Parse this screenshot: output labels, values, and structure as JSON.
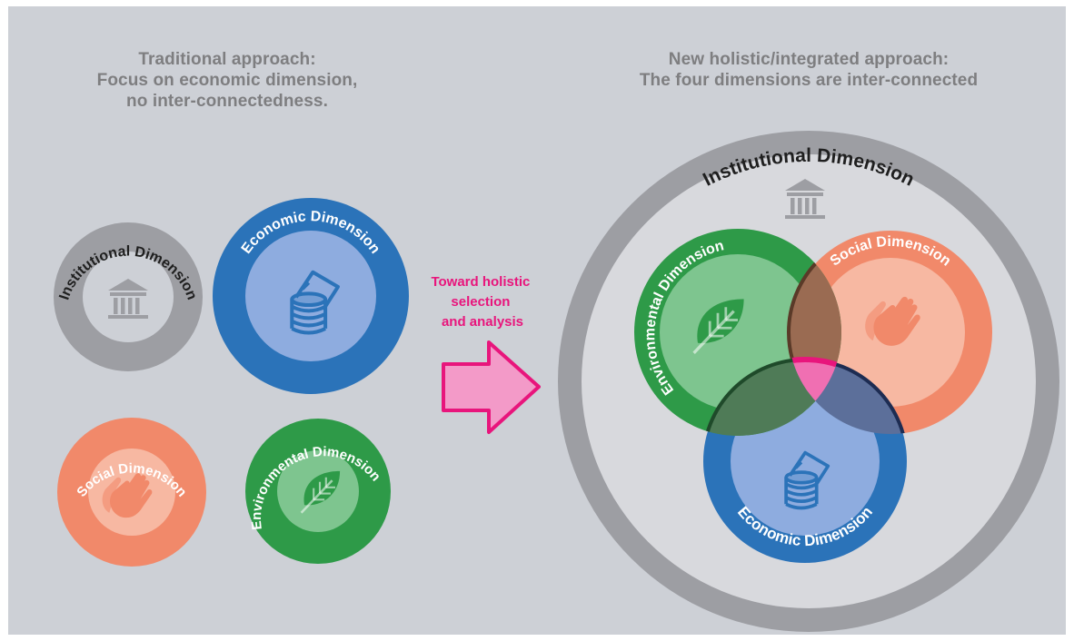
{
  "left_panel": {
    "heading_lines": [
      "Traditional approach:",
      "Focus on economic dimension,",
      "no inter-connectedness."
    ],
    "circles": {
      "institutional": {
        "label": "Institutional Dimension",
        "icon": "bank-icon"
      },
      "economic": {
        "label": "Economic Dimension",
        "icon": "coins-icon"
      },
      "social": {
        "label": "Social Dimension",
        "icon": "hand-icon"
      },
      "environmental": {
        "label": "Environmental Dimension",
        "icon": "leaf-icon"
      }
    }
  },
  "arrow": {
    "label_lines": [
      "Toward holistic",
      "selection",
      "and analysis"
    ],
    "color": "#e8157c"
  },
  "right_panel": {
    "heading_lines": [
      "New holistic/integrated approach:",
      "The four dimensions are inter-connected"
    ],
    "institutional_label": "Institutional Dimension",
    "environmental_label": "Environmental Dimension",
    "social_label": "Social Dimension",
    "economic_label": "Economic Dimension"
  },
  "colors": {
    "institutional": "#9d9ea3",
    "economic": "#2b73b9",
    "social": "#f1896a",
    "environmental": "#2e9a48",
    "center": "#e8157c"
  }
}
